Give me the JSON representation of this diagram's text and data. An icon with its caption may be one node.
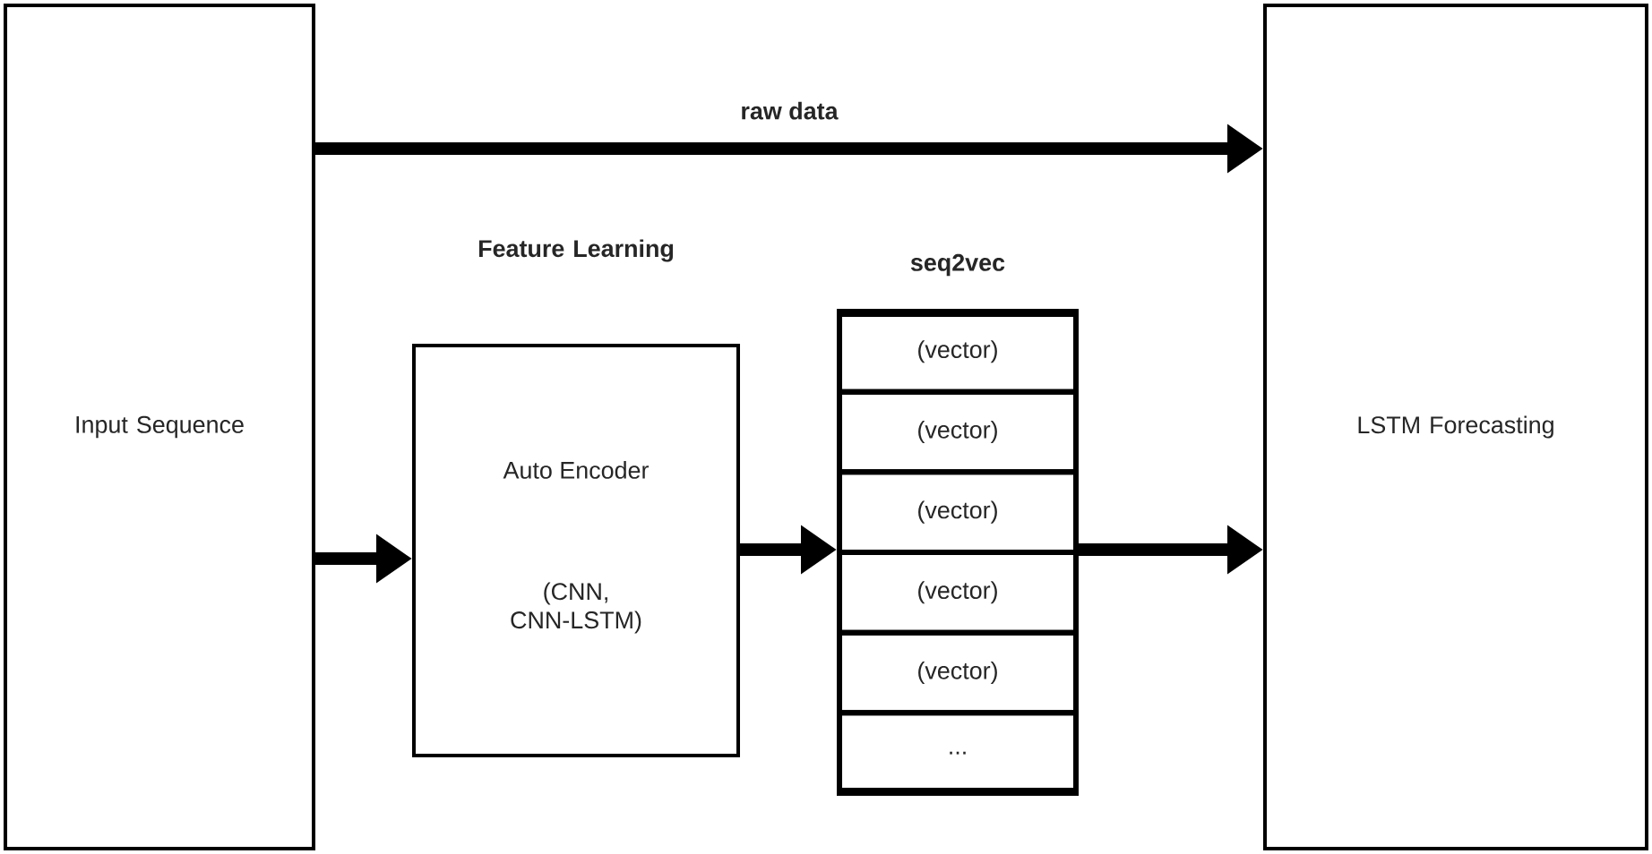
{
  "diagram": {
    "nodes": [
      {
        "text": [
          "Input Sequence"
        ]
      },
      {
        "text": [
          "Feature Learning",
          "Auto Encoder",
          "(CNN, CNN-LSTM)"
        ]
      },
      {
        "text": [
          "seq2vec"
        ]
      },
      {
        "text": [
          "(vector)"
        ],
        "in": 2
      },
      {
        "text": [
          "(vector)"
        ],
        "in": 2
      },
      {
        "text": [
          "(vector)"
        ],
        "in": 2
      },
      {
        "text": [
          "(vector)"
        ],
        "in": 2
      },
      {
        "text": [
          "(vector)"
        ],
        "in": 2
      },
      {
        "text": [
          "..."
        ],
        "in": 2
      },
      {
        "text": [
          "LSTM Forecasting"
        ]
      }
    ],
    "edges": [
      {
        "from": 0,
        "to": 9,
        "arrow": "to",
        "label": "raw data"
      },
      {
        "from": 0,
        "to": 1,
        "arrow": "to"
      },
      {
        "from": 1,
        "to": 2,
        "arrow": "to"
      },
      {
        "from": 2,
        "to": 9,
        "arrow": "to"
      }
    ]
  }
}
